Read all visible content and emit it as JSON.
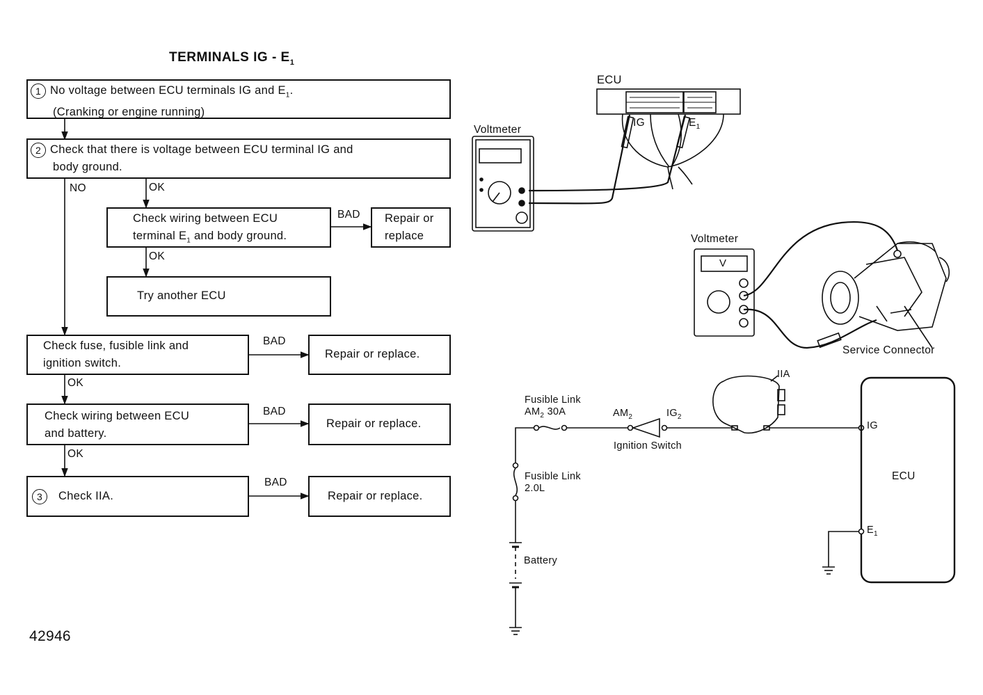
{
  "title": {
    "text": "TERMINALS IG - E",
    "sub": "1"
  },
  "flow": {
    "step1": {
      "num": "1",
      "line1": "No voltage between ECU terminals IG and E",
      "line1_sub": "1",
      "line1_end": ".",
      "line2": "(Cranking or engine running)"
    },
    "step2": {
      "num": "2",
      "line1": "Check that there is voltage between ECU terminal IG and",
      "line2": "body ground."
    },
    "no_label": "NO",
    "ok_label": "OK",
    "bad_label": "BAD",
    "wiring_e1": {
      "line1": "Check wiring between ECU",
      "line2a": "terminal E",
      "line2_sub": "1",
      "line2b": " and body ground."
    },
    "repair_or": {
      "line1": "Repair or",
      "line2": "replace"
    },
    "try_ecu": "Try another ECU",
    "fuse": {
      "line1": "Check fuse, fusible link and",
      "line2": "ignition switch."
    },
    "wiring_batt": {
      "line1": "Check wiring between ECU",
      "line2": "and battery."
    },
    "step3": {
      "num": "3",
      "text": "Check IIA."
    },
    "repair_replace": "Repair or replace."
  },
  "figure_number": "42946",
  "illustration": {
    "ecu_label": "ECU",
    "voltmeter_label": "Voltmeter",
    "ig_label": "IG",
    "e1_label": "E",
    "e1_sub": "1",
    "voltmeter2_label": "Voltmeter",
    "meter_v": "V",
    "service_connector": "Service Connector"
  },
  "schematic": {
    "fusible_am2": {
      "line1": "Fusible Link",
      "line2a": "AM",
      "line2_sub": "2",
      "line2b": " 30A"
    },
    "am2": {
      "text": "AM",
      "sub": "2"
    },
    "ig2": {
      "text": "IG",
      "sub": "2"
    },
    "ignition_switch": "Ignition Switch",
    "iia": "IIA",
    "fusible_20": {
      "line1": "Fusible Link",
      "line2": "2.0L"
    },
    "battery": "Battery",
    "ecu": "ECU",
    "ecu_ig": "IG",
    "ecu_e1": {
      "text": "E",
      "sub": "1"
    }
  }
}
